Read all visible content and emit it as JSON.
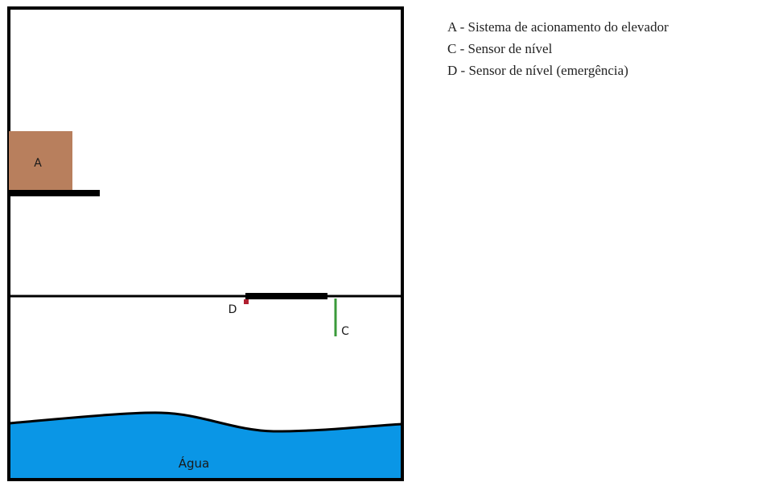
{
  "diagram": {
    "drive_box_label": "A",
    "sensor_level_label": "C",
    "sensor_emergency_label": "D",
    "water_label": "Água"
  },
  "legend": {
    "items": [
      "A - Sistema de acionamento do elevador",
      "C - Sensor de nível",
      "D - Sensor de nível (emergência)"
    ]
  },
  "colors": {
    "outline": "#000000",
    "drive_box": "#b87f5d",
    "water": "#0a96e6",
    "sensor_level": "#3a9a3a",
    "sensor_emergency": "#b02030"
  }
}
